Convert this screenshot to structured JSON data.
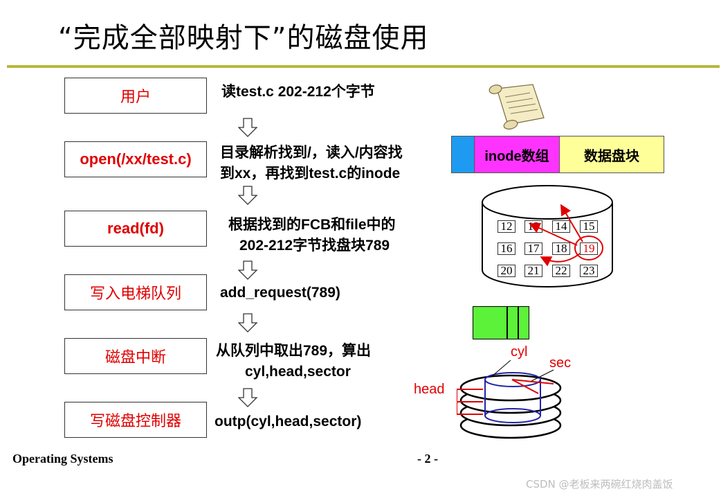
{
  "title": "“完成全部映射下”的磁盘使用",
  "steps": [
    {
      "label": "用户",
      "desc": [
        "读test.c 202-212个字节"
      ]
    },
    {
      "label": "open(/xx/test.c)",
      "desc": [
        "目录解析找到/，读入/内容找",
        "到xx，再找到test.c的inode"
      ]
    },
    {
      "label": "read(fd)",
      "desc": [
        "根据找到的FCB和file中的",
        "202-212字节找盘块789"
      ]
    },
    {
      "label": "写入电梯队列",
      "desc": [
        "add_request(789)"
      ]
    },
    {
      "label": "磁盘中断",
      "desc": [
        "从队列中取出789，算出",
        "cyl,head,sector"
      ]
    },
    {
      "label": "写磁盘控制器",
      "desc": [
        "outp(cyl,head,sector)"
      ]
    }
  ],
  "layout_bar": {
    "inode": "inode数组",
    "data_blocks": "数据盘块",
    "colors": {
      "first": "#1e9bf0",
      "inode": "#ff33ff",
      "data": "#ffff99"
    }
  },
  "disk_blocks": [
    "12",
    "13",
    "14",
    "15",
    "16",
    "17",
    "18",
    "19",
    "20",
    "21",
    "22",
    "23"
  ],
  "queue_color": "#5cf23a",
  "drive_labels": {
    "cyl": "cyl",
    "sec": "sec",
    "head": "head"
  },
  "footer": {
    "left": "Operating Systems",
    "page": "- 2 -"
  },
  "watermark": "CSDN @老板来两碗红烧肉盖饭",
  "colors": {
    "accent": "#e00000",
    "rule": "#b7b73a",
    "platter_ring": "#2222aa"
  }
}
